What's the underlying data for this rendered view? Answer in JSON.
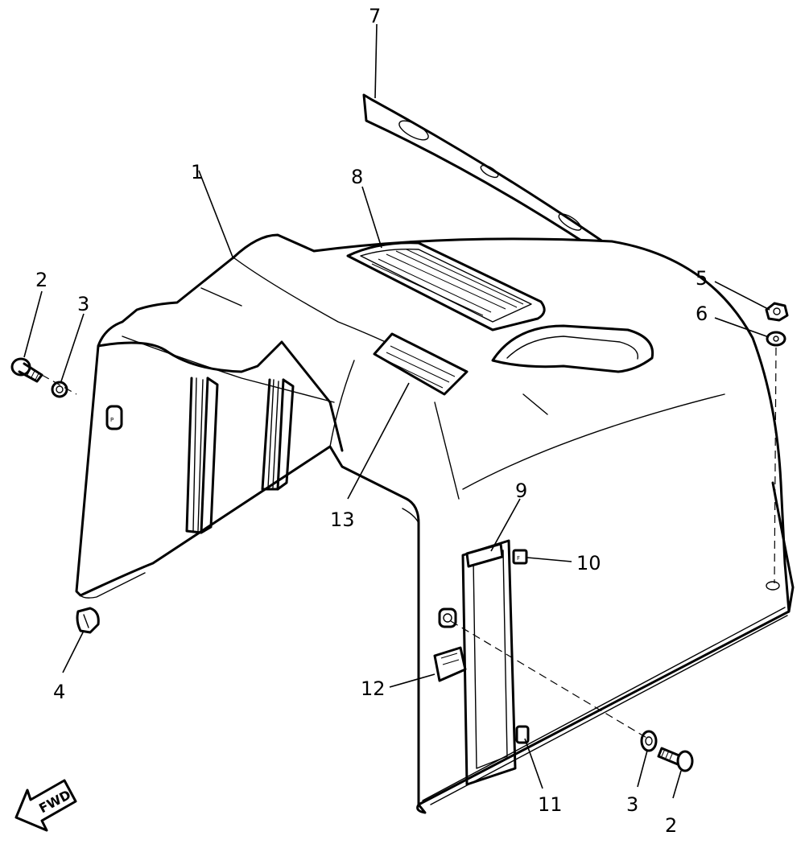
{
  "callouts": [
    {
      "id": "c1",
      "text": "1"
    },
    {
      "id": "c2a",
      "text": "2"
    },
    {
      "id": "c3a",
      "text": "3"
    },
    {
      "id": "c4",
      "text": "4"
    },
    {
      "id": "c5",
      "text": "5"
    },
    {
      "id": "c6",
      "text": "6"
    },
    {
      "id": "c7",
      "text": "7"
    },
    {
      "id": "c8",
      "text": "8"
    },
    {
      "id": "c9",
      "text": "9"
    },
    {
      "id": "c10",
      "text": "10"
    },
    {
      "id": "c11",
      "text": "11"
    },
    {
      "id": "c12",
      "text": "12"
    },
    {
      "id": "c13",
      "text": "13"
    },
    {
      "id": "c3b",
      "text": "3"
    },
    {
      "id": "c2b",
      "text": "2"
    }
  ],
  "direction_arrow": {
    "label": "FWD"
  },
  "decal_labels": {
    "f_mark": "F",
    "p_mark": "P"
  }
}
